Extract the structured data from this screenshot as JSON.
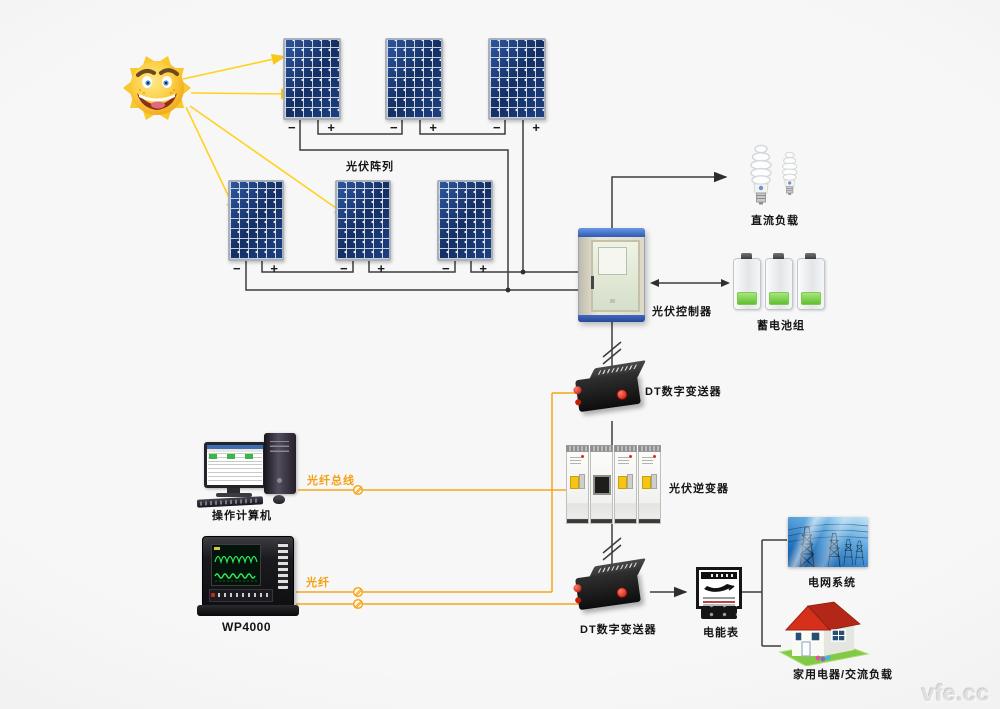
{
  "labels": {
    "pv_array": "光伏阵列",
    "pv_controller": "光伏控制器",
    "dc_load": "直流负载",
    "battery_pack": "蓄电池组",
    "dt_transmitter_1": "DT数字变送器",
    "pv_inverter": "光伏逆变器",
    "dt_transmitter_2": "DT数字变送器",
    "energy_meter": "电能表",
    "grid_system": "电网系统",
    "home_ac_load": "家用电器/交流负载",
    "operator_computer": "操作计算机",
    "wp4000": "WP4000",
    "fiber_bus": "光纤总线",
    "fiber": "光纤"
  },
  "panels": [
    {
      "neg": "−",
      "pos": "+"
    },
    {
      "neg": "−",
      "pos": "+"
    },
    {
      "neg": "−",
      "pos": "+"
    },
    {
      "neg": "−",
      "pos": "+"
    },
    {
      "neg": "−",
      "pos": "+"
    },
    {
      "neg": "−",
      "pos": "+"
    }
  ],
  "watermark": "vfe.cc",
  "colors": {
    "wire_black": "#3d3d3d",
    "fiber_orange": "#f5a51d",
    "sun_ray_yellow": "#ffd21e",
    "panel_blue": "#1b3a6e",
    "battery_green": "#76c93e",
    "roof_red": "#cf2a1b",
    "controller_blue": "#3c66c4"
  }
}
